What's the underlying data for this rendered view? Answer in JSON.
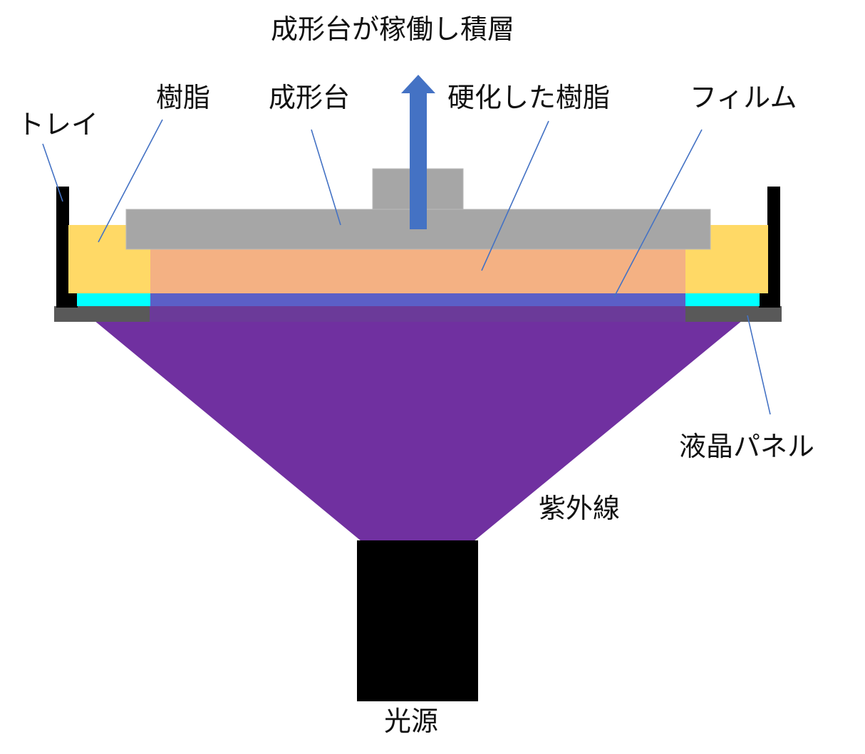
{
  "title": "成形台が稼働し積層",
  "labels": {
    "tray": "トレイ",
    "resin": "樹脂",
    "build_platform": "成形台",
    "cured_resin": "硬化した樹脂",
    "film": "フィルム",
    "lcd_panel": "液晶パネル",
    "uv_light": "紫外線",
    "light_source": "光源"
  },
  "colors": {
    "tray": "#000000",
    "resin": "#ffd966",
    "build_platform": "#a6a6a6",
    "cured_resin": "#f4b183",
    "film_edge": "#00ffff",
    "film_center": "#5b5fc7",
    "lcd_panel": "#595959",
    "uv_light": "#7030a0",
    "light_source": "#000000",
    "arrow": "#4472c4",
    "leader": "#4472c4"
  }
}
